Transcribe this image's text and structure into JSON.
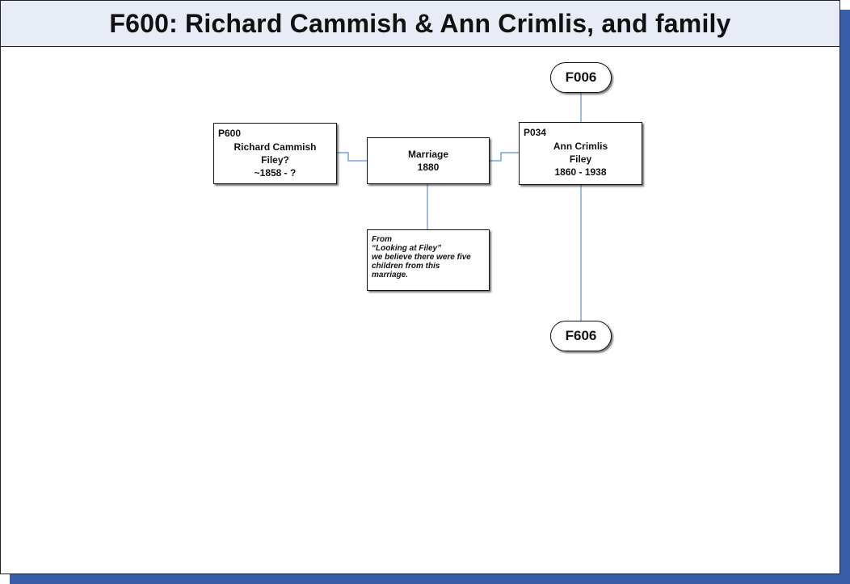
{
  "title": "F600: Richard Cammish & Ann Crimlis, and family",
  "parent_family_link": "F006",
  "child_family_link": "F606",
  "husband": {
    "id": "P600",
    "name": "Richard Cammish",
    "place": "Filey?",
    "dates": "~1858 - ?"
  },
  "wife": {
    "id": "P034",
    "name": "Ann Crimlis",
    "place": "Filey",
    "dates": "1860 - 1938"
  },
  "marriage": {
    "label": "Marriage",
    "year": "1880"
  },
  "note": {
    "lines": [
      "From",
      "“Looking at Filey”",
      "we believe there were five",
      "children from this",
      "marriage."
    ]
  },
  "colors": {
    "connector": "#5b8fd0",
    "title_background": "#e8ecf6",
    "shadow": "#3a5fa8"
  }
}
